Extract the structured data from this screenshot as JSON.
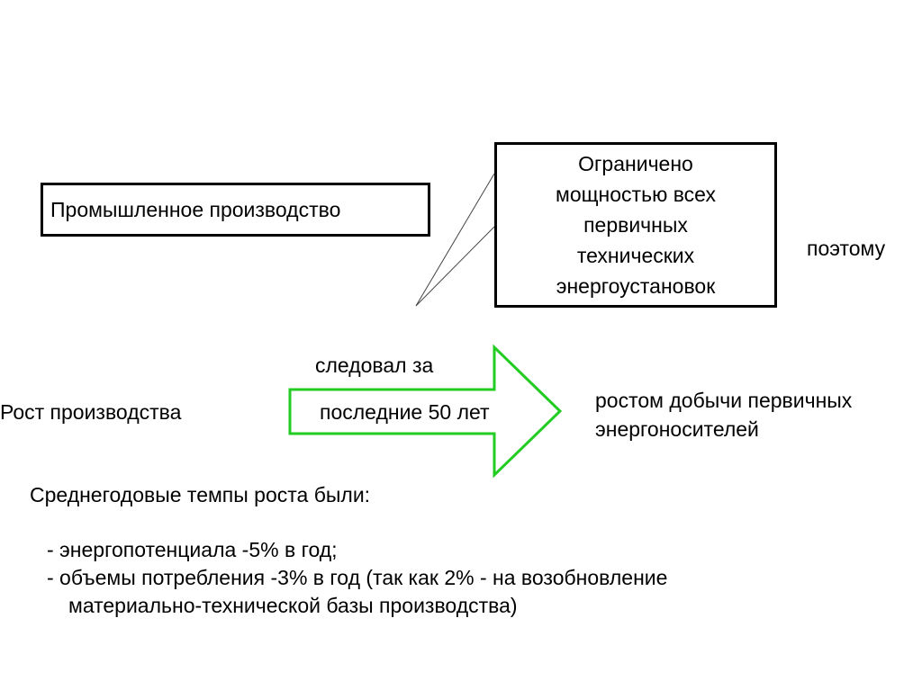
{
  "box_industry": "Промышленное производство",
  "box_limit": [
    "Ограничено",
    "мощностью всех",
    "первичных",
    "технических",
    "энергоустановок"
  ],
  "therefore": "поэтому",
  "growth": "Рост производства",
  "arrow_top": "следовал за",
  "arrow_inside": "последние 50 лет",
  "result": [
    "ростом добычи первичных",
    "энергоносителей"
  ],
  "avg_title": "Среднегодовые темпы роста были:",
  "bullets": [
    "- энергопотенциала -5% в год;",
    "- объемы потребления -3% в год (так как 2% - на возобновление",
    "материально-технической базы производства)"
  ],
  "colors": {
    "arrow": "#22cc22"
  }
}
